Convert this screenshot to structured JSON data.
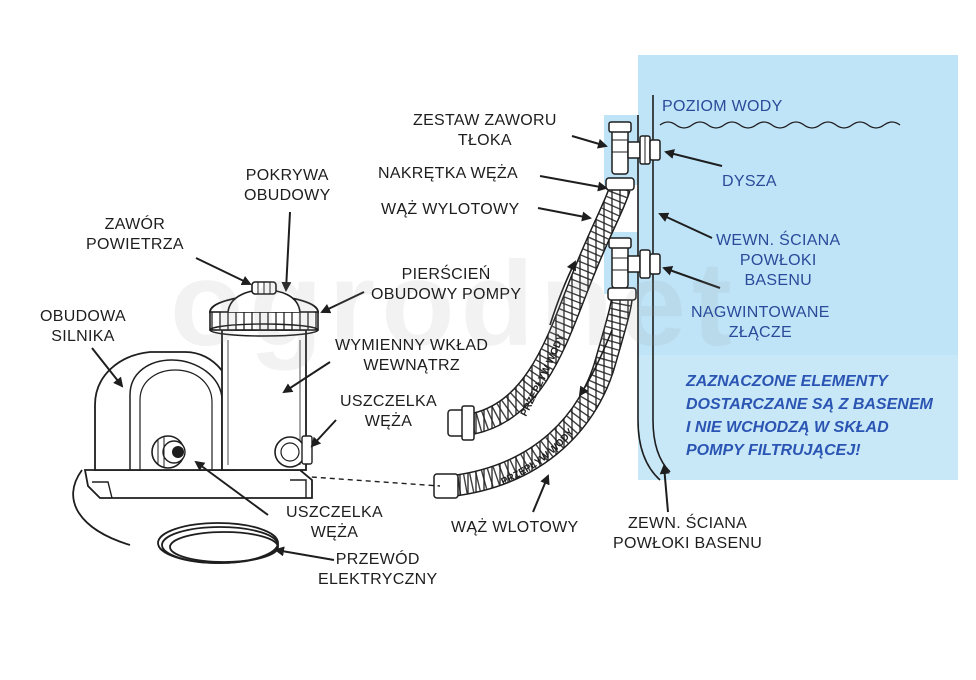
{
  "labels": {
    "piston_valve_kit": "ZESTAW ZAWORU\nTŁOKA",
    "hose_nut": "NAKRĘTKA WĘŻA",
    "outlet_hose": "WĄŻ WYLOTOWY",
    "housing_cover": "POKRYWA\nOBUDOWY",
    "air_valve": "ZAWÓR\nPOWIETRZA",
    "pump_housing_ring": "PIERŚCIEŃ\nOBUDOWY POMPY",
    "motor_housing": "OBUDOWA\nSILNIKA",
    "replaceable_cartridge": "WYMIENNY WKŁAD\nWEWNĄTRZ",
    "hose_seal_top": "USZCZELKA\nWĘŻA",
    "hose_seal_bottom": "USZCZELKA\nWĘŻA",
    "power_cord": "PRZEWÓD\nELEKTRYCZNY",
    "inlet_hose": "WĄŻ WLOTOWY",
    "outer_wall": "ZEWN. ŚCIANA\nPOWŁOKI BASENU",
    "water_level": "POZIOM WODY",
    "nozzle": "DYSZA",
    "inner_wall": "WEWN. ŚCIANA\nPOWŁOKI\nBASENU",
    "threaded_connector": "NAGWINTOWANE\nZŁĄCZE",
    "flow_upper": "PRZEPŁYW WODY",
    "flow_lower": "PRZEPŁYW WODY"
  },
  "note": "ZAZNACZONE ELEMENTY\nDOSTARCZANE SĄ Z BASENEM\nI NIE WCHODZĄ W SKŁAD\nPOMPY FILTRUJĄCEJ!",
  "watermark": "ogrodnet",
  "colors": {
    "pool_water": "#bfe4f7",
    "line": "#1e1e1e",
    "note_text": "#2b55b3"
  }
}
